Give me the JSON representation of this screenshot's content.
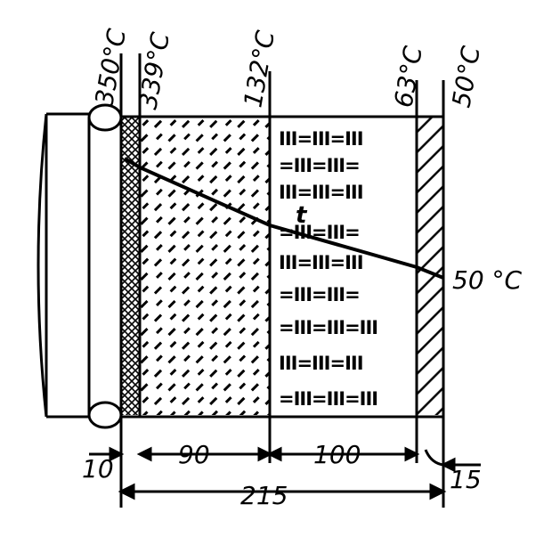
{
  "temperatures": {
    "pipe": "350°C",
    "layer1_outer": "339°C",
    "layer2_outer": "132°C",
    "layer3_outer": "63°C",
    "surface": "50°C",
    "ambient": "50 °C"
  },
  "curve_label": "t",
  "dimensions": {
    "layer1": "10",
    "layer2": "90",
    "layer3": "100",
    "layer4": "15",
    "total": "215"
  },
  "mineral_wool_rows": [
    "III=III=III",
    "=III=III=",
    "III=III=III",
    "=III=III=",
    "III=III=III",
    "=III=III=",
    "=III=III=III",
    "III=III=III",
    "=III=III=III"
  ]
}
